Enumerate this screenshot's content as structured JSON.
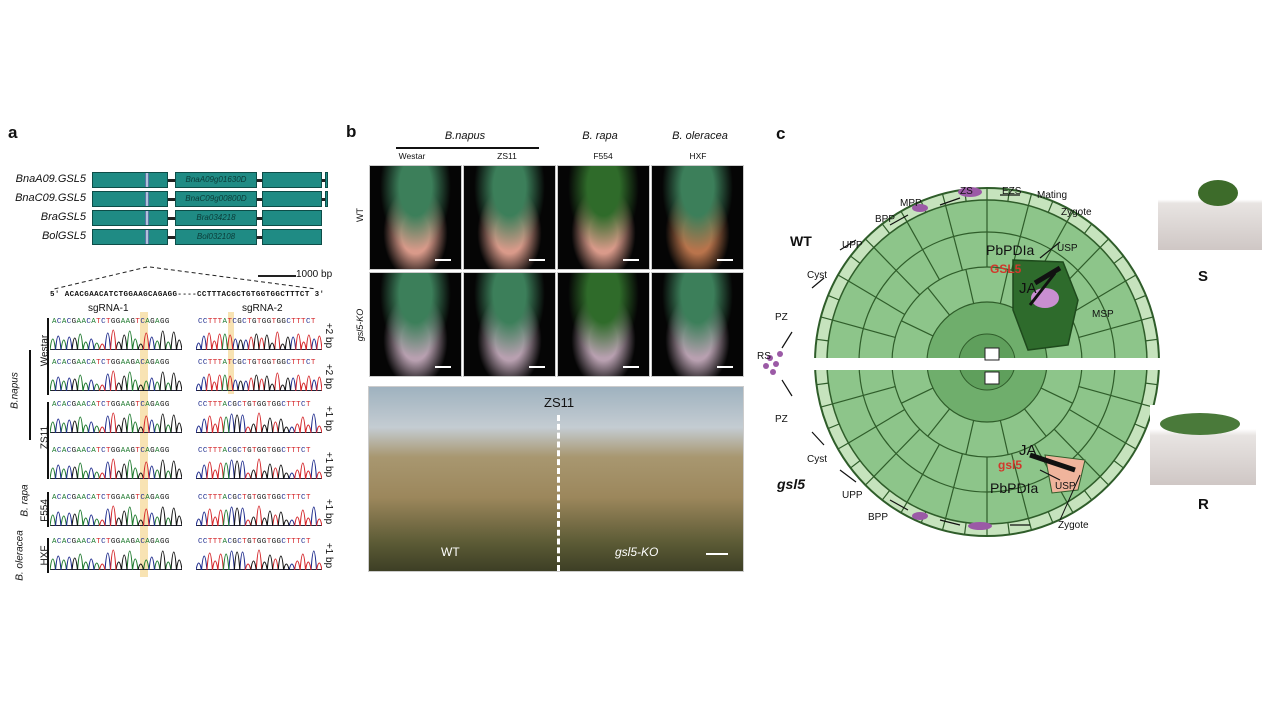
{
  "panel_a": {
    "label": "a",
    "genes": [
      {
        "name": "BnaA09.GSL5",
        "id": "BnaA09g01630D"
      },
      {
        "name": "BnaC09.GSL5",
        "id": "BnaC09g00800D"
      },
      {
        "name": "BraGSL5",
        "id": "Bra034218"
      },
      {
        "name": "BolGSL5",
        "id": "Bol032108"
      }
    ],
    "scale_bar": "1000 bp",
    "target_sequence": "5' ACACGAACATCTGGAAGCAGAGG----CCTTTACGCTGTGGTGGCTTTCT 3'",
    "sgrna1": "sgRNA-1",
    "sgrna2": "sgRNA-2",
    "rows": [
      {
        "seq1": "ACACGAACATCTGGAAGTCAGAGG",
        "seq2": "CCTTTATCGCTGTGGTGGCTTTCT",
        "edit": "+2 bp"
      },
      {
        "seq1": "ACACGAACATCTGGAAGACAGAGG",
        "seq2": "CCTTTATCGCTGTGGTGGCTTTCT",
        "edit": "+2 bp"
      },
      {
        "seq1": "ACACGAACATCTGGAAGTCAGAGG",
        "seq2": "CCTTTACGCTGTGGTGGCTTTCT",
        "edit": "+1 bp"
      },
      {
        "seq1": "ACACGAACATCTGGAAGTCAGAGG",
        "seq2": "CCTTTACGCTGTGGTGGCTTTCT",
        "edit": "+1 bp"
      },
      {
        "seq1": "ACACGAACATCTGGAAGTCAGAGG",
        "seq2": "CCTTTACGCTGTGGTGGCTTTCT",
        "edit": "+1 bp"
      },
      {
        "seq1": "ACACGAACATCTGGAAGACAGAGG",
        "seq2": "CCTTTACGCTGTGGTGGCTTTCT",
        "edit": "+1 bp"
      }
    ],
    "cultivars": [
      "Westar",
      "ZS11",
      "F554",
      "HXF"
    ],
    "species": [
      "B.napus",
      "B. rapa",
      "B. oleracea"
    ]
  },
  "panel_b": {
    "label": "b",
    "species": [
      "B.napus",
      "B. rapa",
      "B. oleracea"
    ],
    "cultivars": [
      "Westar",
      "ZS11",
      "F554",
      "HXF"
    ],
    "rows": [
      "WT",
      "gsl5-KO"
    ],
    "field": {
      "title": "ZS11",
      "left": "WT",
      "right": "gsl5-KO"
    }
  },
  "panel_c": {
    "label": "c",
    "wt": "WT",
    "mutant": "gsl5",
    "labels": {
      "rs": "RS",
      "pz": "PZ",
      "cyst": "Cyst",
      "upp": "UPP",
      "bpp": "BPP",
      "mpp": "MPP",
      "zs": "ZS",
      "ezs": "EZS",
      "mating": "Mating",
      "zygote": "Zygote",
      "pbpdia": "PbPDIa",
      "usp": "USP",
      "gsl5_up": "GSL5",
      "gsl5_low": "gsl5",
      "ja": "JA",
      "msp": "MSP"
    },
    "susceptible": "S",
    "resistant": "R",
    "colors": {
      "cell": "#8dc58a",
      "outer": "#c6e3bd",
      "edge": "#2f5d2a",
      "msp": "#2e6b2c",
      "red": "#d2372b",
      "pathogen": "#9b5aa6"
    }
  }
}
